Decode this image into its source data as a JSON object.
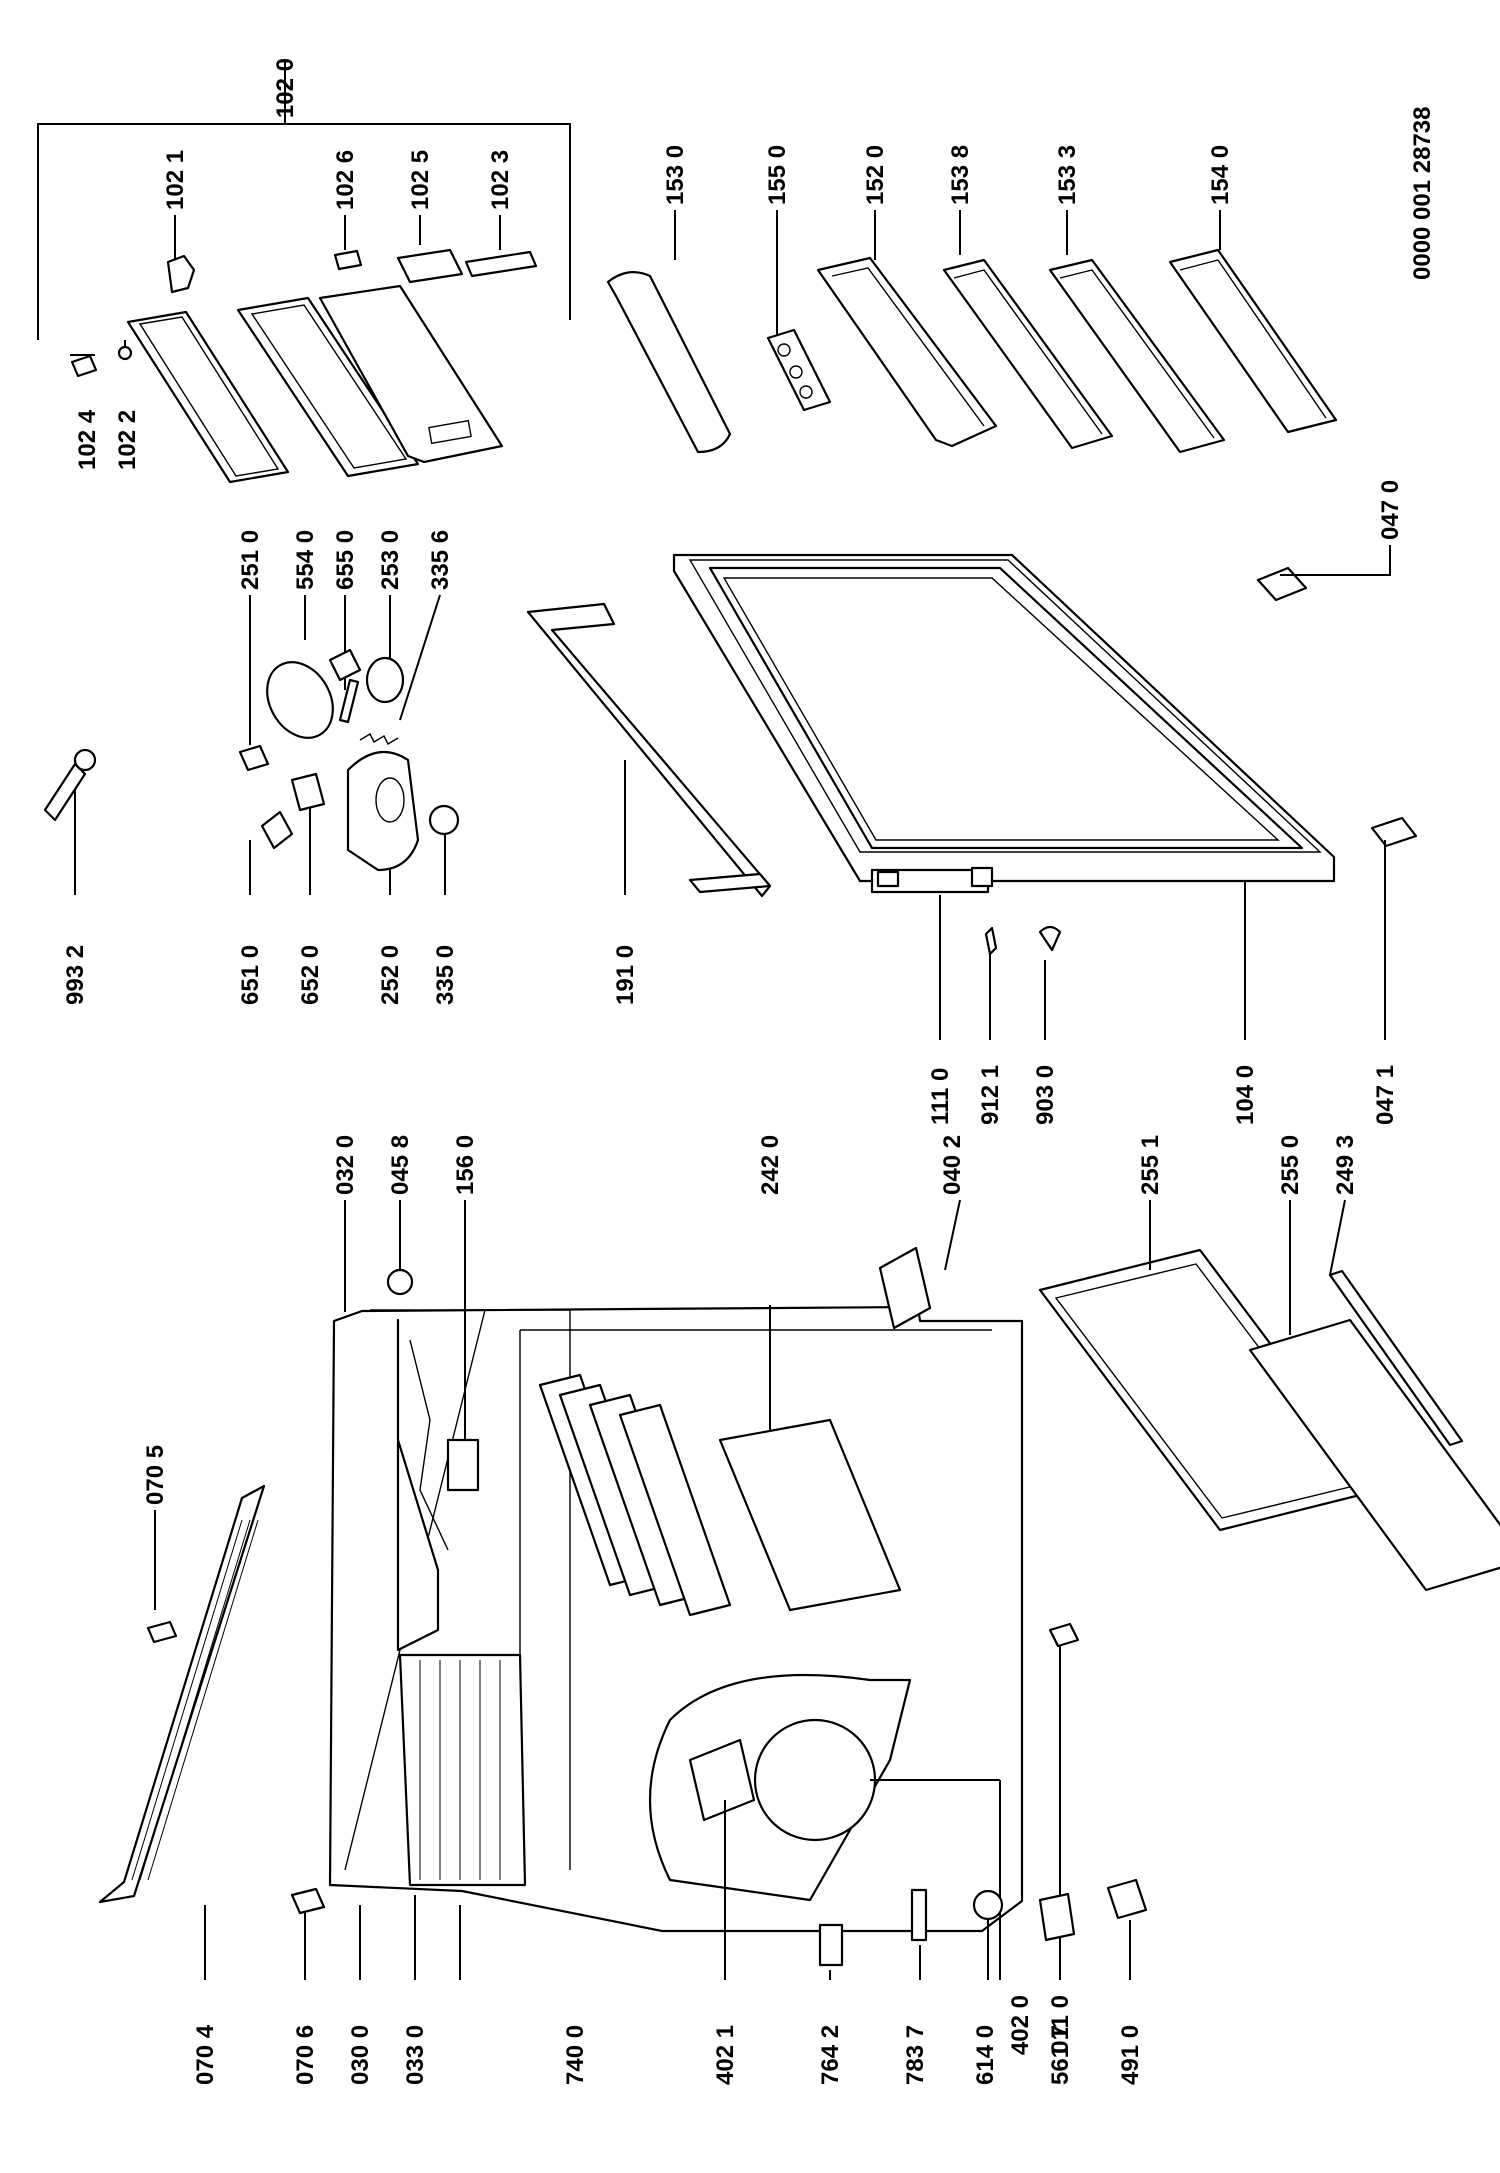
{
  "doc_code": "0000 001 28738",
  "labels": {
    "p1020": "102 0",
    "p1021": "102 1",
    "p1026": "102 6",
    "p1025": "102 5",
    "p1023": "102 3",
    "p1024": "102 4",
    "p1022": "102 2",
    "p1530": "153 0",
    "p1550": "155 0",
    "p1520": "152 0",
    "p1538": "153 8",
    "p1533": "153 3",
    "p1540": "154 0",
    "p2510": "251 0",
    "p5540": "554 0",
    "p6550": "655 0",
    "p2530": "253 0",
    "p3356": "335 6",
    "p9932": "993 2",
    "p6510": "651 0",
    "p6520": "652 0",
    "p2520": "252 0",
    "p3350": "335 0",
    "p1910": "191 0",
    "p1110": "111 0",
    "p9121": "912 1",
    "p9030": "903 0",
    "p1040": "104 0",
    "p0470": "047 0",
    "p0471": "047 1",
    "p0705": "070 5",
    "p0320": "032 0",
    "p0458": "045 8",
    "p1560": "156 0",
    "p2420": "242 0",
    "p0402": "040 2",
    "p2551": "255 1",
    "p2550": "255 0",
    "p2493": "249 3",
    "p0704": "070 4",
    "p0706": "070 6",
    "p0300": "030 0",
    "p0330": "033 0",
    "p7400": "740 0",
    "p4021": "402 1",
    "p7642": "764 2",
    "p7837": "783 7",
    "p6140": "614 0",
    "p5617": "561 7",
    "p4910": "491 0",
    "p4020": "402 0",
    "p0110": "011 0"
  }
}
